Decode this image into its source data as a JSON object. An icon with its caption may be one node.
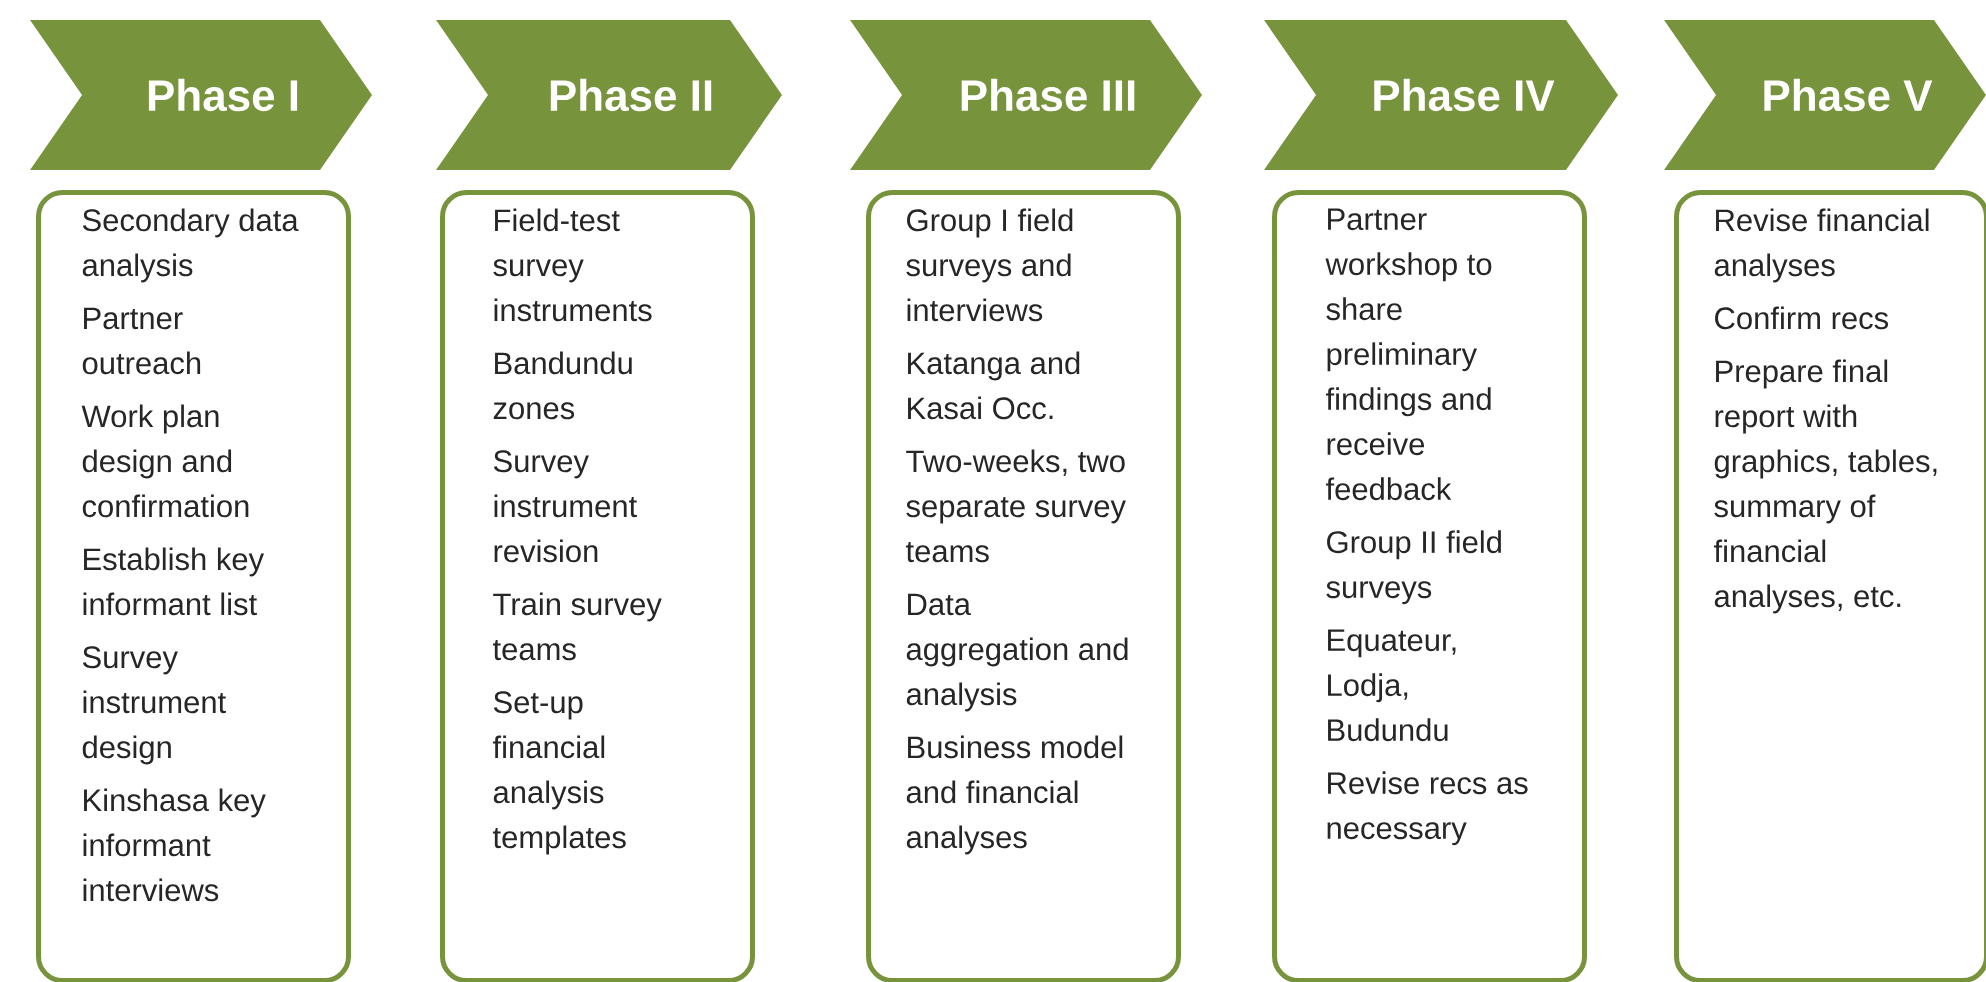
{
  "diagram": {
    "nodes": [
      {
        "text": [
          "Phase I"
        ]
      },
      {
        "text": [
          "Phase II"
        ]
      },
      {
        "text": [
          "Phase III"
        ]
      },
      {
        "text": [
          "Phase IV"
        ]
      },
      {
        "text": [
          "Phase V"
        ]
      },
      {
        "text": [
          "Secondary data analysis",
          "Partner outreach",
          "Work plan design and confirmation",
          "Establish key informant list",
          "Survey instrument design",
          "Kinshasa key informant interviews"
        ]
      },
      {
        "text": [
          "Field-test survey instruments",
          "Bandundu zones",
          "Survey instrument revision",
          "Train survey teams",
          "Set-up financial analysis templates"
        ]
      },
      {
        "text": [
          "Group I field surveys and interviews",
          "Katanga and Kasai Occ.",
          "Two-weeks, two separate survey teams",
          "Data aggregation and analysis",
          "Business model and financial analyses"
        ]
      },
      {
        "text": [
          "Partner workshop to share preliminary findings and receive feedback",
          "Group II field surveys",
          "Equateur, Lodja, Budundu",
          "Revise recs as necessary"
        ]
      },
      {
        "text": [
          "Revise financial analyses",
          "Confirm recs",
          "Prepare final report with graphics, tables, summary of financial analyses, etc."
        ]
      }
    ]
  }
}
